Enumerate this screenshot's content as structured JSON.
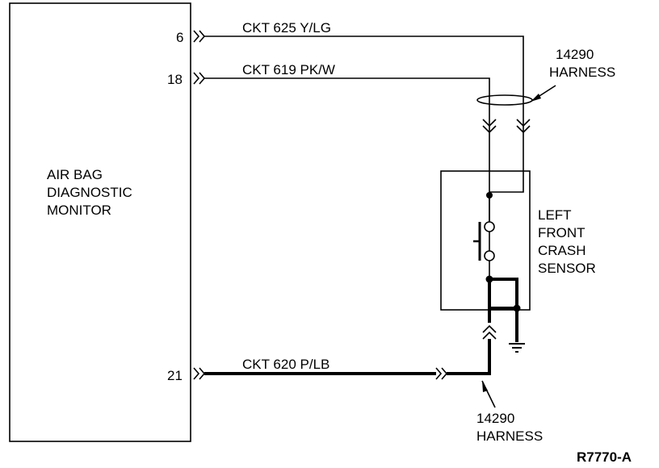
{
  "module": {
    "title_lines": [
      "AIR BAG",
      "DIAGNOSTIC",
      "MONITOR"
    ],
    "pins": [
      "6",
      "18",
      "21"
    ]
  },
  "circuits": [
    "CKT 625 Y/LG",
    "CKT 619 PK/W",
    "CKT 620 P/LB"
  ],
  "sensor": {
    "lines": [
      "LEFT",
      "FRONT",
      "CRASH",
      "SENSOR"
    ]
  },
  "harness_top": [
    "14290",
    "HARNESS"
  ],
  "harness_bottom": [
    "14290",
    "HARNESS"
  ],
  "figure_id": "R7770-A"
}
